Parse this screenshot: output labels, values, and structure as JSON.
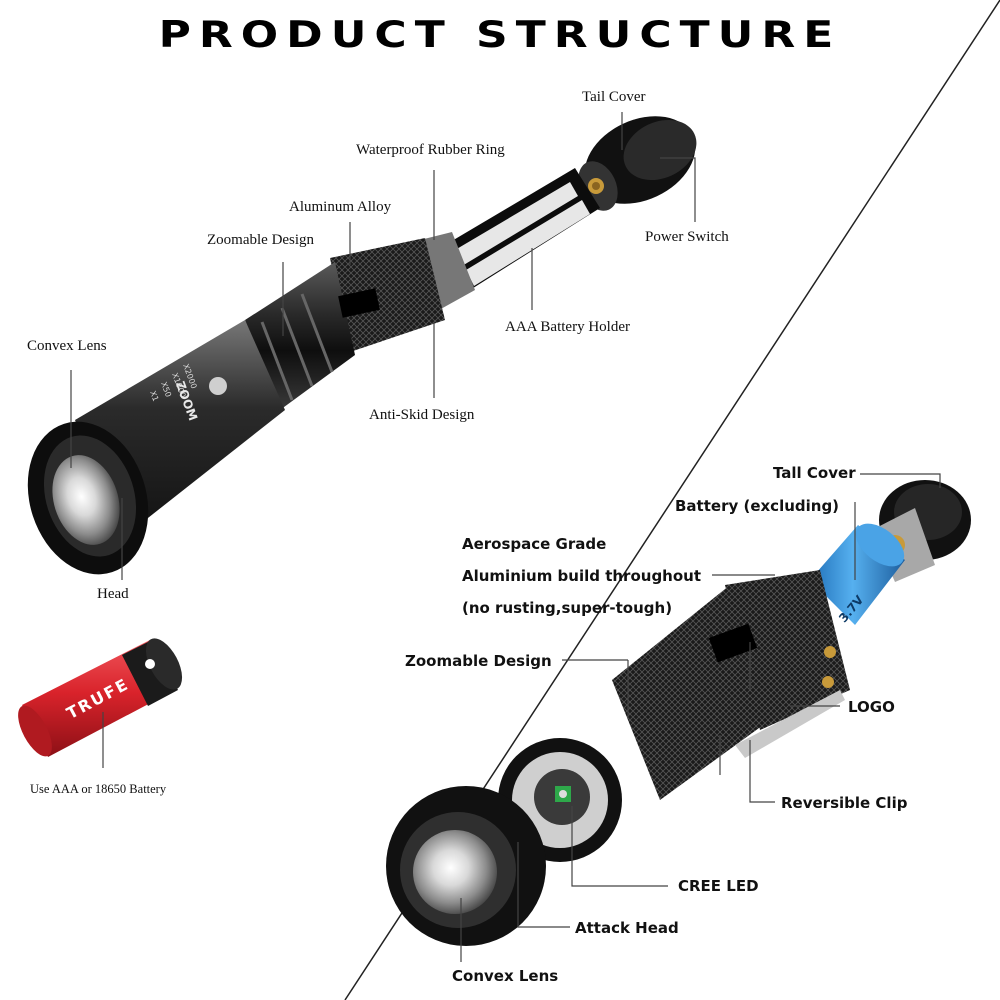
{
  "title": "PRODUCT STRUCTURE",
  "top_flashlight": {
    "labels": {
      "tail_cover": "Tail Cover",
      "rubber_ring": "Waterproof Rubber Ring",
      "aluminum_alloy": "Aluminum Alloy",
      "zoomable_design": "Zoomable Design",
      "power_switch": "Power Switch",
      "convex_lens": "Convex Lens",
      "battery_holder": "AAA Battery Holder",
      "anti_skid": "Anti-Skid Design",
      "head": "Head"
    },
    "zoom_marking": "ZOOM",
    "zoom_scale": [
      "X1",
      "X50",
      "X1000",
      "X2000"
    ]
  },
  "battery": {
    "brand": "TRUFE",
    "caption": "Use AAA or 18650  Battery",
    "colors": {
      "body": "#d9232b",
      "cap": "#1b1b1b"
    }
  },
  "bottom_flashlight": {
    "labels": {
      "tall_cover": "Tall Cover",
      "battery_excluding": "Battery (excluding)",
      "aerospace_1": "Aerospace Grade",
      "aerospace_2": "Aluminium build throughout",
      "aerospace_3": "(no rusting,super-tough)",
      "zoomable_design": "Zoomable Design",
      "logo": "LOGO",
      "reversible_clip": "Reversible Clip",
      "cree_led": "CREE LED",
      "attack_head": "Attack Head",
      "convex_lens": "Convex Lens"
    },
    "battery_marking": "3.7V",
    "colors": {
      "battery": "#3a8fd6",
      "led": "#2ea84a"
    }
  }
}
